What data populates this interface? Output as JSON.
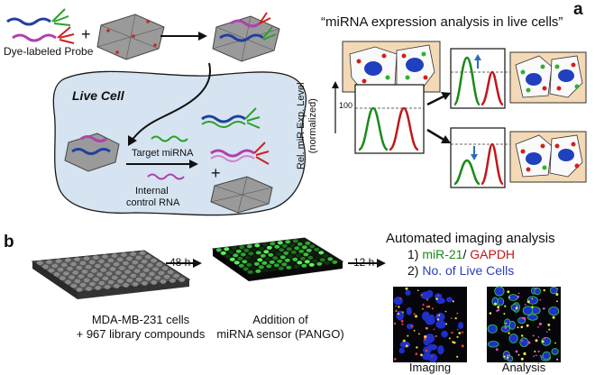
{
  "panel_a": {
    "letter": "a",
    "title": "“miRNA expression analysis in live cells”",
    "probe_label": "Dye-labeled Probe",
    "live_cell_label": "Live Cell",
    "target_label": "Target miRNA",
    "control_label_line1": "Internal",
    "control_label_line2": "control RNA",
    "yaxis_line1": "Rel. miR Exp. Level",
    "yaxis_line2": "(normalized)",
    "tick_100": "100",
    "plus_1": "+",
    "plus_2": "+",
    "colors": {
      "green": "#1a8a1a",
      "red": "#c0181c",
      "blue": "#2b50a8",
      "cell_fill": "#d6e3f0"
    }
  },
  "panel_b": {
    "letter": "b",
    "time_1": "48 h",
    "time_2": "12 h",
    "caption_1_line1": "MDA-MB-231 cells",
    "caption_1_line2": "+ 967 library compounds",
    "caption_2_line1": "Addition of",
    "caption_2_line2": "miRNA sensor (PANGO)",
    "auto_title": "Automated imaging analysis",
    "item1_prefix": "1) ",
    "item1_green": "miR-21",
    "item1_sep": "/ ",
    "item1_red": "GAPDH",
    "item2_prefix": "2) ",
    "item2_blue": "No. of Live Cells",
    "imaging_label": "Imaging",
    "analysis_label": "Analysis"
  }
}
